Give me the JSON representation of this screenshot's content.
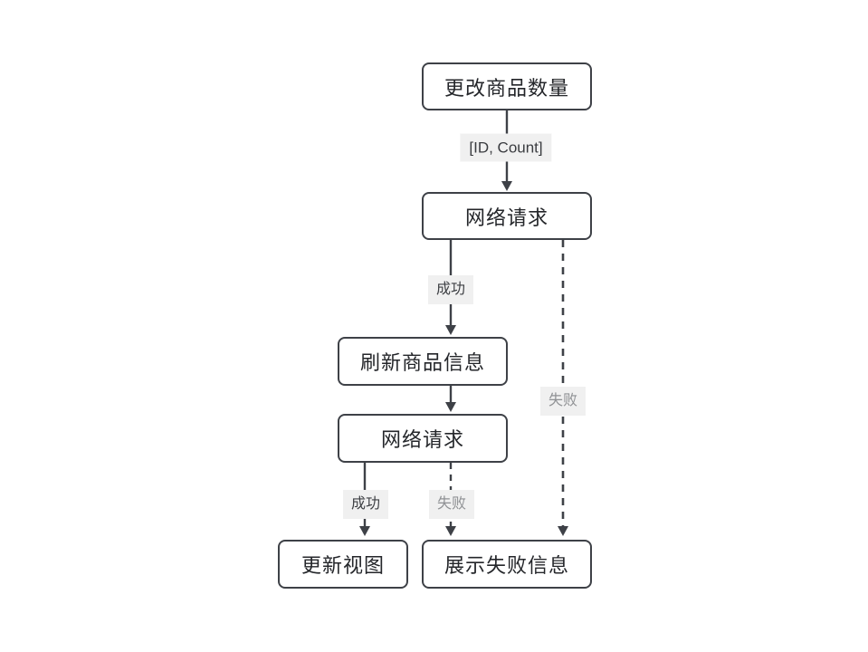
{
  "diagram": {
    "title": "update-product-quantity-flowchart",
    "nodes": [
      {
        "id": "change-quantity",
        "label": "更改商品数量"
      },
      {
        "id": "network-request-1",
        "label": "网络请求"
      },
      {
        "id": "refresh-product",
        "label": "刷新商品信息"
      },
      {
        "id": "network-request-2",
        "label": "网络请求"
      },
      {
        "id": "update-view",
        "label": "更新视图"
      },
      {
        "id": "show-failure",
        "label": "展示失败信息"
      }
    ],
    "edge_labels": {
      "id_count": "[ID, Count]",
      "success_1": "成功",
      "success_2": "成功",
      "fail_long": "失败",
      "fail_short": "失败"
    },
    "colors": {
      "stroke": "#3e4147",
      "node_text": "#24262a",
      "label_bg": "#f0f0f0",
      "label_text_dark": "#3e4044",
      "label_text_gray": "#8f9194",
      "background": "#ffffff"
    }
  }
}
